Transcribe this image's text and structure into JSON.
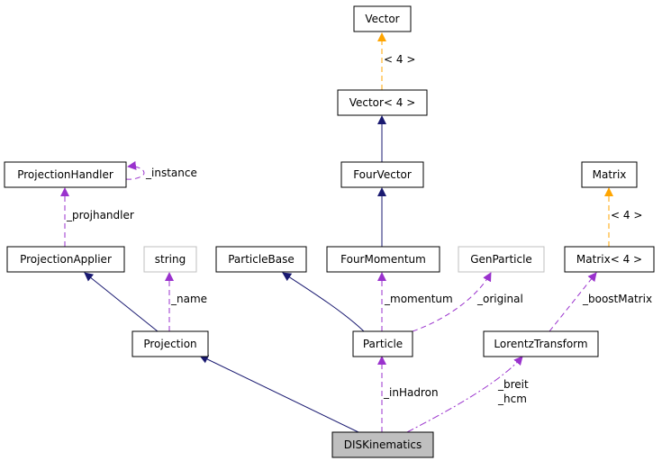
{
  "diagram": {
    "nodes": {
      "vector": "Vector",
      "vector4": "Vector< 4 >",
      "fourvector": "FourVector",
      "projectionhandler": "ProjectionHandler",
      "matrix": "Matrix",
      "projectionapplier": "ProjectionApplier",
      "string": "string",
      "particlebase": "ParticleBase",
      "fourmomentum": "FourMomentum",
      "genparticle": "GenParticle",
      "matrix4": "Matrix< 4 >",
      "projection": "Projection",
      "particle": "Particle",
      "lorentztransform": "LorentzTransform",
      "diskinematics": "DISKinematics"
    },
    "edge_labels": {
      "vector_template": "< 4 >",
      "instance": "_instance",
      "projhandler": "_projhandler",
      "matrix_template": "< 4 >",
      "name": "_name",
      "momentum": "_momentum",
      "original": "_original",
      "boostmatrix": "_boostMatrix",
      "inhadron": "_inHadron",
      "breit": "_breit",
      "hcm": "_hcm"
    },
    "colors": {
      "inheritance": "#191970",
      "usage": "#9a32cd",
      "template": "#ffa500",
      "node_border": "#000000",
      "external_border": "#bfbfbf",
      "highlight_fill": "#bfbfbf"
    }
  }
}
